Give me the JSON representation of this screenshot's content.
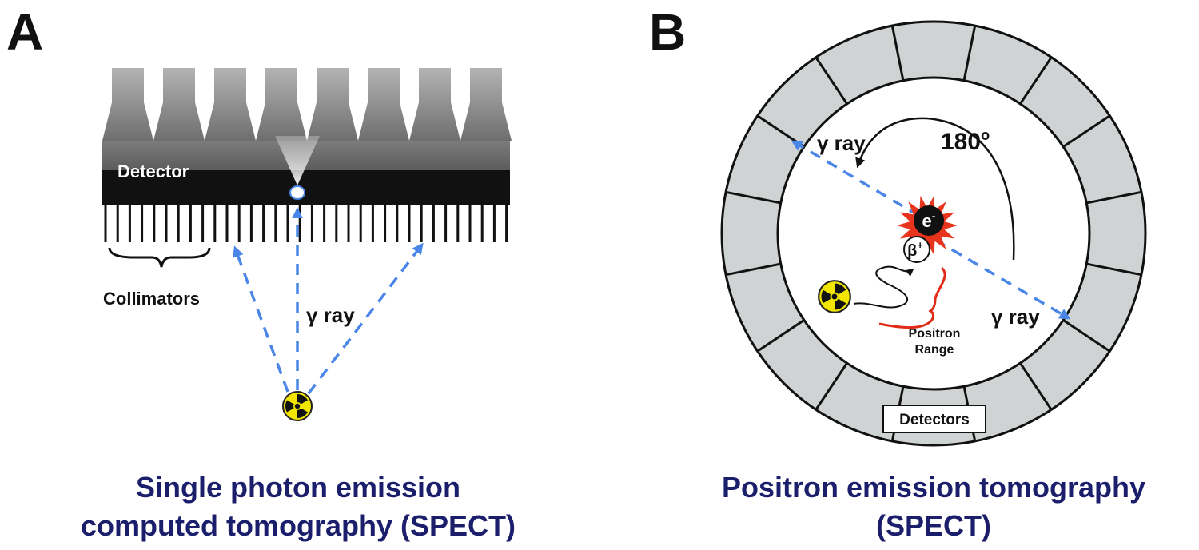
{
  "colors": {
    "caption": "#1b1f6b",
    "ray": "#4a86e8",
    "ring": "#cfd3d3",
    "collimator_top": "#9a9a9a",
    "detector_band": "#6a6a6a",
    "detector_black": "#111111",
    "radiation_yellow": "#f2e600",
    "annihilation_red": "#e8341c",
    "positron_range": "#e02b17"
  },
  "icons": {
    "source": "radiation-trefoil-icon",
    "annihilation": "starburst-icon"
  },
  "panel_a": {
    "letter": "A",
    "detector_label": "Detector",
    "collimators_label": "Collimators",
    "gamma_label": "γ ray",
    "caption_line1": "Single photon emission",
    "caption_line2": "computed tomography (SPECT)"
  },
  "panel_b": {
    "letter": "B",
    "gamma_label_left": "γ ray",
    "gamma_label_right": "γ ray",
    "angle_value": "180",
    "angle_unit": "o",
    "electron_base": "e",
    "electron_sup": "-",
    "positron_base": "β",
    "positron_sup": "+",
    "positron_range_line1": "Positron",
    "positron_range_line2": "Range",
    "detectors_label": "Detectors",
    "caption_line1": "Positron emission tomography",
    "caption_line2": "(SPECT)"
  }
}
